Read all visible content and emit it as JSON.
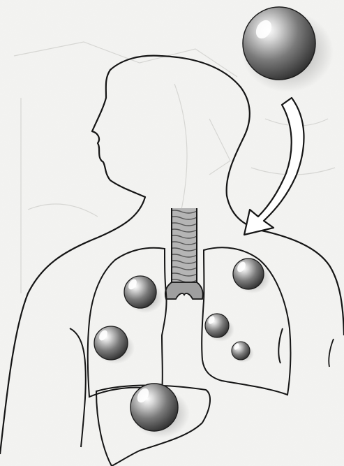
{
  "heading": "",
  "colors": {
    "outline": "#151515",
    "background": "#f4f4f2",
    "sphere_dark": "#3a3a3a",
    "sphere_light": "#e8e8e8",
    "trachea_fill": "#a9a9a9"
  },
  "figure": {
    "subject": "human-torso-outline",
    "organs": [
      "lungs",
      "trachea",
      "liver"
    ],
    "arrow": "curved-down-arrow"
  }
}
